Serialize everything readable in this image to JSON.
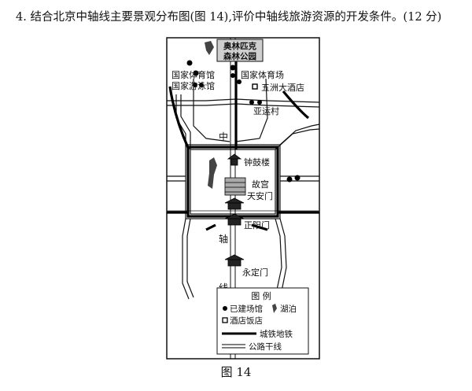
{
  "question": {
    "number": "4.",
    "text": "结合北京中轴线主要景观分布图(图 14),评价中轴线旅游资源的开发条件。(12 分)"
  },
  "map": {
    "labels": {
      "forest_park_line1": "奥林匹克",
      "forest_park_line2": "森林公园",
      "gymnasium": "国家体育馆",
      "stadium": "国家体育场",
      "aquatics": "国家游泳馆",
      "hotel": "五洲大酒店",
      "asian_games": "亚运村",
      "bell_drum": "钟鼓楼",
      "palace": "故宫",
      "tiananmen": "天安门",
      "zhengyangmen": "正阳门",
      "yongdingmen": "永定门",
      "axis_char_1": "中",
      "axis_char_2": "轴",
      "axis_char_3": "线"
    },
    "legend": {
      "title": "图  例",
      "built_venue": "已建场馆",
      "lake": "湖泊",
      "hotel": "酒店饭店",
      "metro": "城铁地铁",
      "road": "公路干线"
    }
  },
  "caption": "图 14"
}
